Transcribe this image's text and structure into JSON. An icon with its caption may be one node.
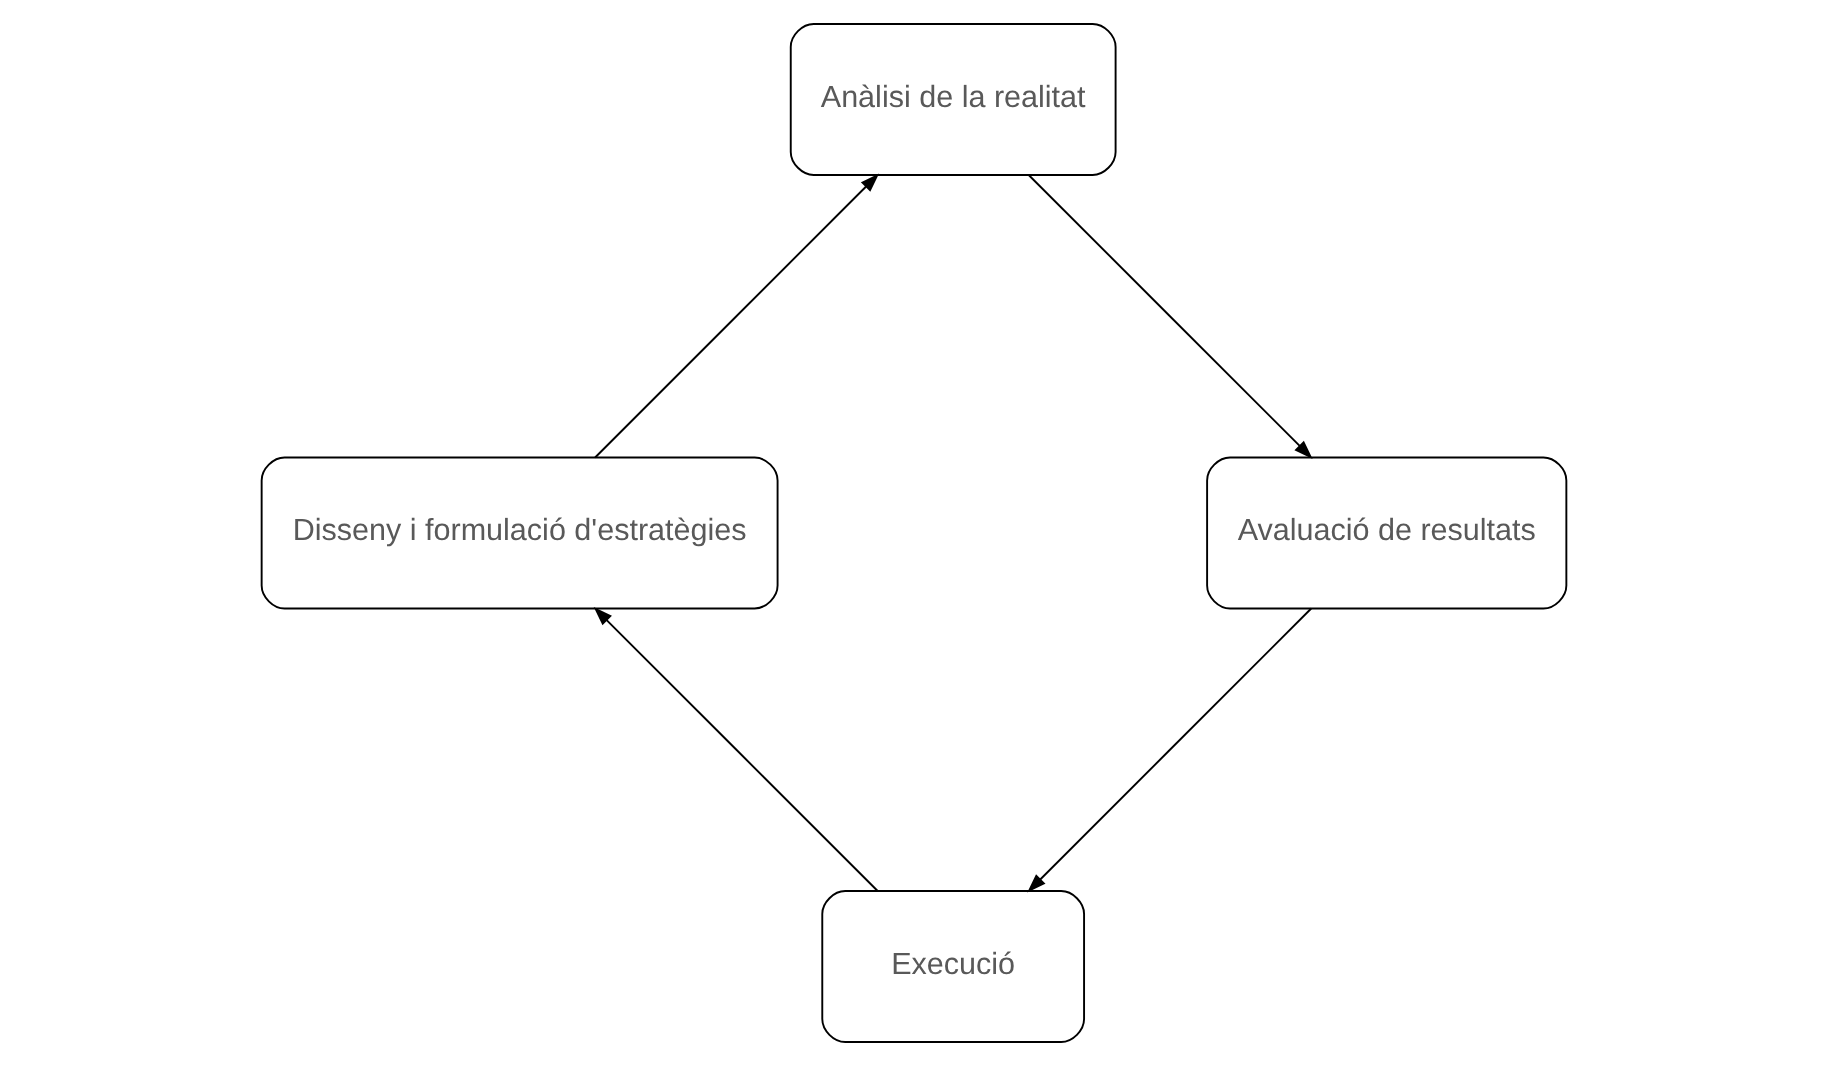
{
  "diagram": {
    "nodes": [
      {
        "text": [
          "Execució"
        ]
      },
      {
        "text": [
          "Avaluació de resultats"
        ]
      },
      {
        "text": [
          "Disseny i formulació d'estratègies"
        ]
      },
      {
        "text": [
          "Anàlisi de la realitat"
        ]
      }
    ],
    "edges": [
      {
        "from": 1,
        "to": 0,
        "arrow": "to"
      },
      {
        "from": 0,
        "to": 2,
        "arrow": "to"
      },
      {
        "from": 2,
        "to": 3,
        "arrow": "to"
      },
      {
        "from": 3,
        "to": 1,
        "arrow": "to"
      }
    ]
  }
}
